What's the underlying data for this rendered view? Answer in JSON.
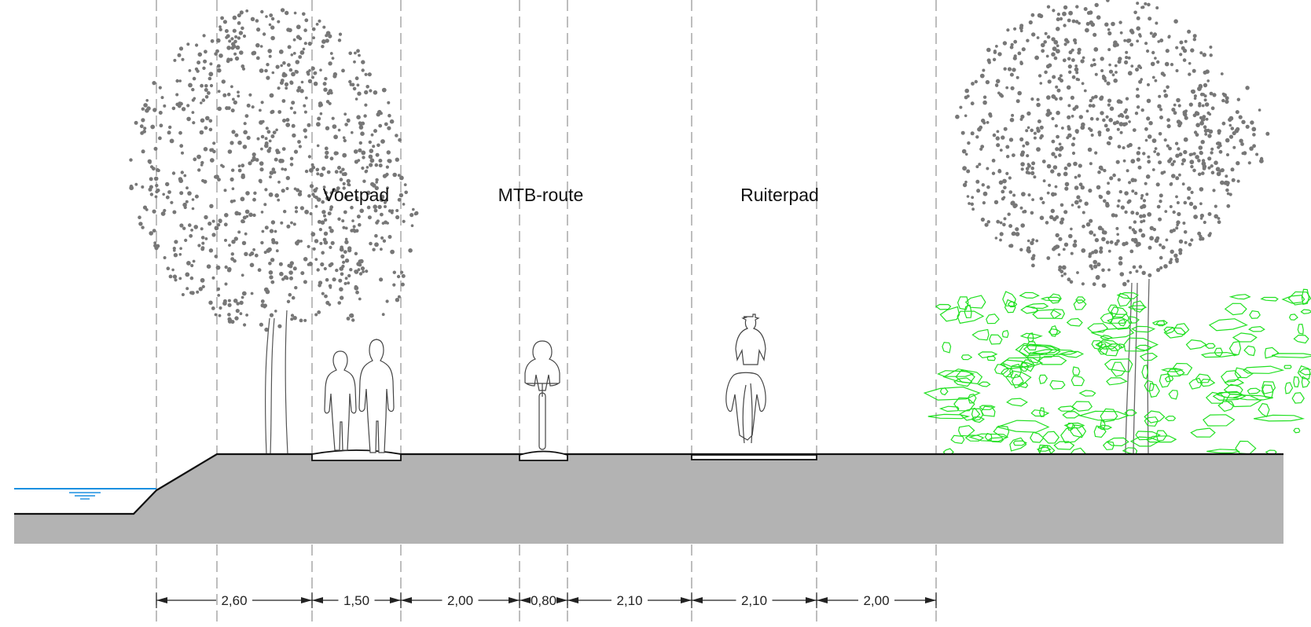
{
  "labels": {
    "footpath": "Voetpad",
    "mtb_route": "MTB-route",
    "bridle_path": "Ruiterpad"
  },
  "dimensions": [
    "2,60",
    "1,50",
    "2,00",
    "0,80",
    "2,10",
    "2,10",
    "2,00"
  ],
  "colors": {
    "ground": "#b3b3b3",
    "water": "#1a8fe0",
    "shrub": "#22e022",
    "tree_dots": "#777777",
    "guide_lines": "#9a9a9a",
    "outline": "#111111"
  },
  "icons": [
    "tree-icon",
    "pedestrians-icon",
    "cyclist-icon",
    "horse-rider-icon",
    "shrubs-icon",
    "water-icon"
  ]
}
